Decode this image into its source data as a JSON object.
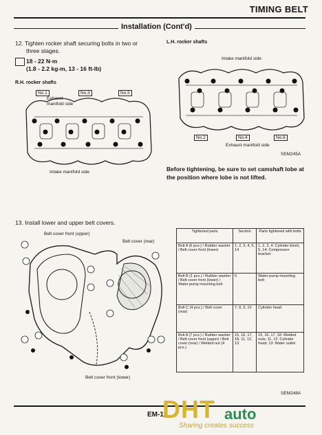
{
  "header": {
    "title": "TIMING BELT",
    "section": "Installation (Cont'd)"
  },
  "step12": {
    "text_line1": "12. Tighten rocker shaft securing bolts in two or",
    "text_line2": "three stages.",
    "torque_line1": "18 - 22 N·m",
    "torque_line2": "(1.8 - 2.2 kg-m, 13 - 16 ft-lb)",
    "rh_label": "R.H. rocker shafts",
    "lh_label": "L.H. rocker shafts",
    "rh_boxes": [
      "No.1",
      "No.3",
      "No.5"
    ],
    "lh_boxes": [
      "No.2",
      "No.4",
      "No.6"
    ],
    "exhaust_rh": "Exhaust manifold side",
    "intake_rh": "Intake manifold side",
    "intake_lh": "Intake manifold side",
    "exhaust_lh": "Exhaust manifold side",
    "figure_code": "SEM245A",
    "note": "Before tightening, be sure to set camshaft lobe at the position where lobe is not lifted."
  },
  "step13": {
    "text": "13. Install lower and upper belt covers.",
    "belt_cover_front_upper": "Belt cover front (upper)",
    "belt_cover_rear": "Belt cover (rear)",
    "belt_cover_front_lower": "Belt cover front (lower)",
    "figure_code": "SEM248A",
    "table_headers": [
      "Tightened parts",
      "Section",
      "Parts tightened with bolts"
    ],
    "table_rows": [
      {
        "parts": "Bolt A (6 pcs.) / Rubber washer / Belt cover front (lower)",
        "section": "1, 2, 3, 4, 5, 14",
        "with": "1, 2, 3, 4: Cylinder block; 5, 14: Compressor bracket"
      },
      {
        "parts": "Bolt B (1 pcs.) / Rubber washer / Belt cover front (lower) / Water pump mounting bolt",
        "section": "6",
        "with": "Water pump mounting bolt"
      },
      {
        "parts": "Bolt C (4 pcs.) / Belt cover (rear)",
        "section": "7, 8, 9, 10",
        "with": "Cylinder head"
      },
      {
        "parts": "Bolt A (7 pcs.) / Rubber washer / Belt cover front (upper) / Belt cover (rear) / Welded nut (4 pcs.)",
        "section": "15, 16, 17, 18, 11, 12, 13",
        "with": "15, 16, 17, 18: Welded nuts; 11, 12: Cylinder head; 13: Water outlet"
      }
    ]
  },
  "footer": {
    "page": "EM-11",
    "watermark": "DHT",
    "watermark_auto": "auto",
    "watermark_tagline": "Sharing creates success"
  }
}
